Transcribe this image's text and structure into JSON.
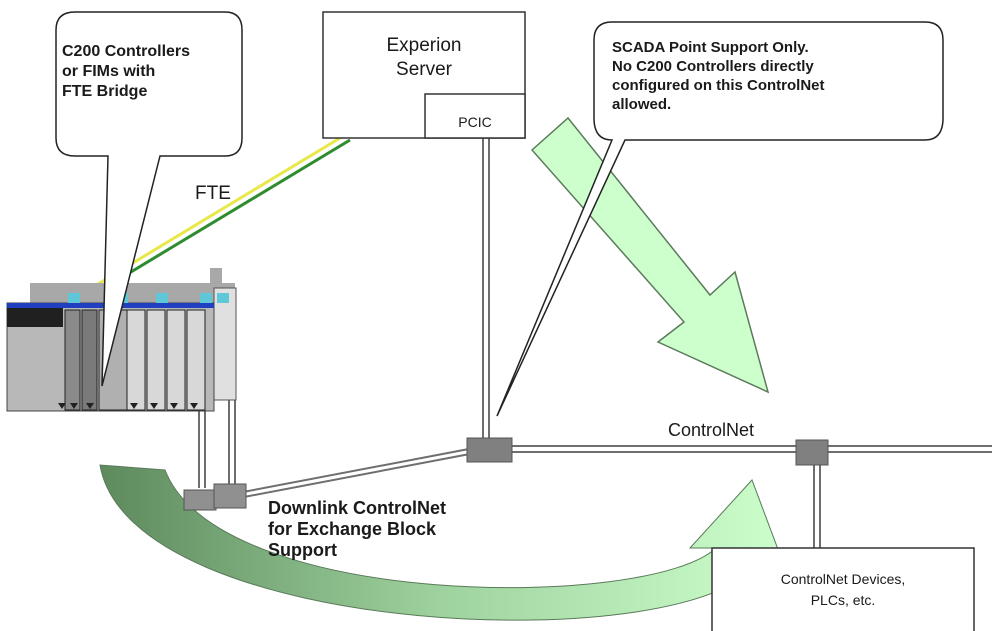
{
  "labels": {
    "experion_server": [
      "Experion",
      "Server"
    ],
    "pcic": "PCIC",
    "callout_left": [
      "C200 Controllers",
      "or FIMs with",
      "FTE Bridge"
    ],
    "callout_right": [
      "SCADA Point Support Only.",
      "No C200 Controllers directly",
      "configured on this ControlNet",
      "allowed."
    ],
    "fte": "FTE",
    "controlnet": "ControlNet",
    "downlink": [
      "Downlink ControlNet",
      "for Exchange Block",
      "Support"
    ],
    "devices": [
      "ControlNet Devices,",
      "PLCs, etc."
    ]
  },
  "colors": {
    "arrow_fill": "#ccffcc",
    "arrow_stroke": "#6b8f6b",
    "fte_yellow": "#e8e84a",
    "fte_green": "#2e8b2e",
    "cable": "#707070",
    "connector": "#808080",
    "rack_gray": "#b8b8b8",
    "rack_light": "#e0e0e0",
    "module_cyan": "#5fc8d8",
    "module_dark": "#202020",
    "rail_blue": "#2040c0"
  },
  "icons": [
    "controller-rack-icon",
    "connector-tap-icon"
  ]
}
